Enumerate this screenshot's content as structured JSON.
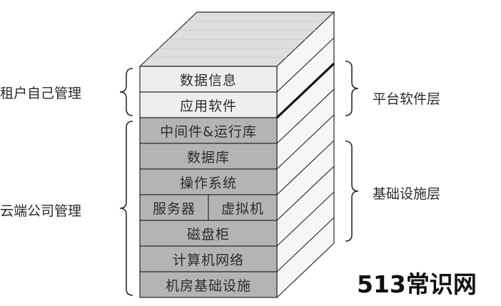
{
  "layers": [
    {
      "label": "数据信息"
    },
    {
      "label": "应用软件"
    },
    {
      "label": "中间件&运行库"
    },
    {
      "label": "数据库"
    },
    {
      "label": "操作系统"
    },
    {
      "split": [
        "服务器",
        "虚拟机"
      ]
    },
    {
      "label": "磁盘柜"
    },
    {
      "label": "计算机网络"
    },
    {
      "label": "机房基础设施"
    }
  ],
  "left_groups": {
    "tenant": "租户自己管理",
    "cloud": "云端公司管理"
  },
  "right_groups": {
    "platform": "平台软件层",
    "infrastructure": "基础设施层"
  },
  "colors": {
    "tenant_layer_fill": "#eeeeee",
    "managed_layer_fill": "#b4b4b4",
    "top_face": "#dedede",
    "side_face": "#f6f6f6",
    "outline": "#2a2a2a",
    "divider": "#111111"
  },
  "watermark": "513常识网"
}
